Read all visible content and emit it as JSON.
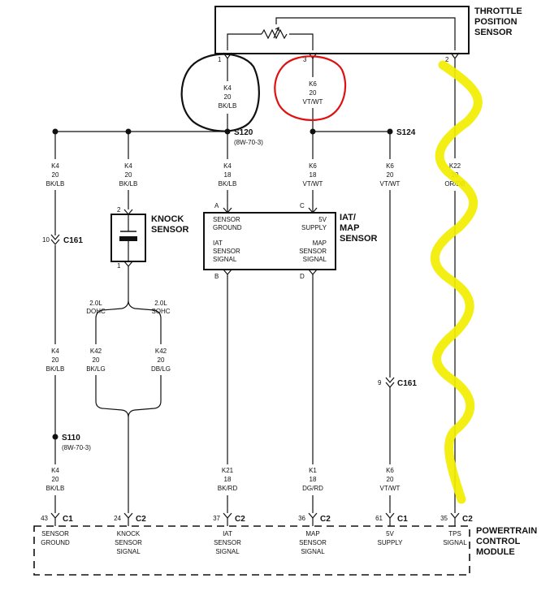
{
  "components": {
    "tps": {
      "line1": "THROTTLE",
      "line2": "POSITION",
      "line3": "SENSOR"
    },
    "knock": {
      "line1": "KNOCK",
      "line2": "SENSOR"
    },
    "iat_map": {
      "line1": "IAT/",
      "line2": "MAP",
      "line3": "SENSOR"
    },
    "pcm": {
      "line1": "POWERTRAIN",
      "line2": "CONTROL",
      "line3": "MODULE"
    }
  },
  "tps_pins": {
    "p1": "1",
    "p3": "3",
    "p2": "2"
  },
  "splices": {
    "s120": {
      "name": "S120",
      "ref": "(8W-70-3)"
    },
    "s124": {
      "name": "S124"
    },
    "s110": {
      "name": "S110",
      "ref": "(8W-70-3)"
    }
  },
  "wire_labels": {
    "k4_tps": [
      "K4",
      "20",
      "BK/LB"
    ],
    "k6_tps": [
      "K6",
      "20",
      "VT/WT"
    ],
    "k4_left_top": [
      "K4",
      "20",
      "BK/LB"
    ],
    "k4_knock": [
      "K4",
      "20",
      "BK/LB"
    ],
    "k4_iat": [
      "K4",
      "18",
      "BK/LB"
    ],
    "k6_map": [
      "K6",
      "18",
      "VT/WT"
    ],
    "k6_s124": [
      "K6",
      "20",
      "VT/WT"
    ],
    "k22": [
      "K22",
      "20",
      "OR/DB"
    ],
    "k4_mid": [
      "K4",
      "20",
      "BK/LB"
    ],
    "k42_dohc": [
      "K42",
      "20",
      "BK/LG"
    ],
    "k42_sohc": [
      "K42",
      "20",
      "DB/LG"
    ],
    "k4_bottom": [
      "K4",
      "20",
      "BK/LB"
    ],
    "k21": [
      "K21",
      "18",
      "BK/RD"
    ],
    "k1": [
      "K1",
      "18",
      "DG/RD"
    ],
    "k6_bottom": [
      "K6",
      "20",
      "VT/WT"
    ]
  },
  "connectors": {
    "c161_left": {
      "pin": "10",
      "name": "C161"
    },
    "c161_right": {
      "pin": "9",
      "name": "C161"
    }
  },
  "knock_pins": {
    "top": "2",
    "bottom": "1"
  },
  "engine_variants": {
    "dohc": [
      "2.0L",
      "DOHC"
    ],
    "sohc": [
      "2.0L",
      "SOHC"
    ]
  },
  "iat_map_box": {
    "pin_a": "A",
    "pin_c": "C",
    "pin_b": "B",
    "pin_d": "D",
    "sensor_ground": [
      "SENSOR",
      "GROUND"
    ],
    "five_v_supply": [
      "5V",
      "SUPPLY"
    ],
    "iat_signal": [
      "IAT",
      "SENSOR",
      "SIGNAL"
    ],
    "map_signal": [
      "MAP",
      "SENSOR",
      "SIGNAL"
    ]
  },
  "pcm_pins": [
    {
      "pin": "43",
      "conn": "C1",
      "label": [
        "SENSOR",
        "GROUND"
      ]
    },
    {
      "pin": "24",
      "conn": "C2",
      "label": [
        "KNOCK",
        "SENSOR",
        "SIGNAL"
      ]
    },
    {
      "pin": "37",
      "conn": "C2",
      "label": [
        "IAT",
        "SENSOR",
        "SIGNAL"
      ]
    },
    {
      "pin": "36",
      "conn": "C2",
      "label": [
        "MAP",
        "SENSOR",
        "SIGNAL"
      ]
    },
    {
      "pin": "61",
      "conn": "C1",
      "label": [
        "5V",
        "SUPPLY"
      ]
    },
    {
      "pin": "35",
      "conn": "C2",
      "label": [
        "TPS",
        "SIGNAL"
      ]
    }
  ],
  "annotation_colors": {
    "circle_black": "#111111",
    "circle_red": "#e01010",
    "highlight_yellow": "#f2ee00"
  }
}
